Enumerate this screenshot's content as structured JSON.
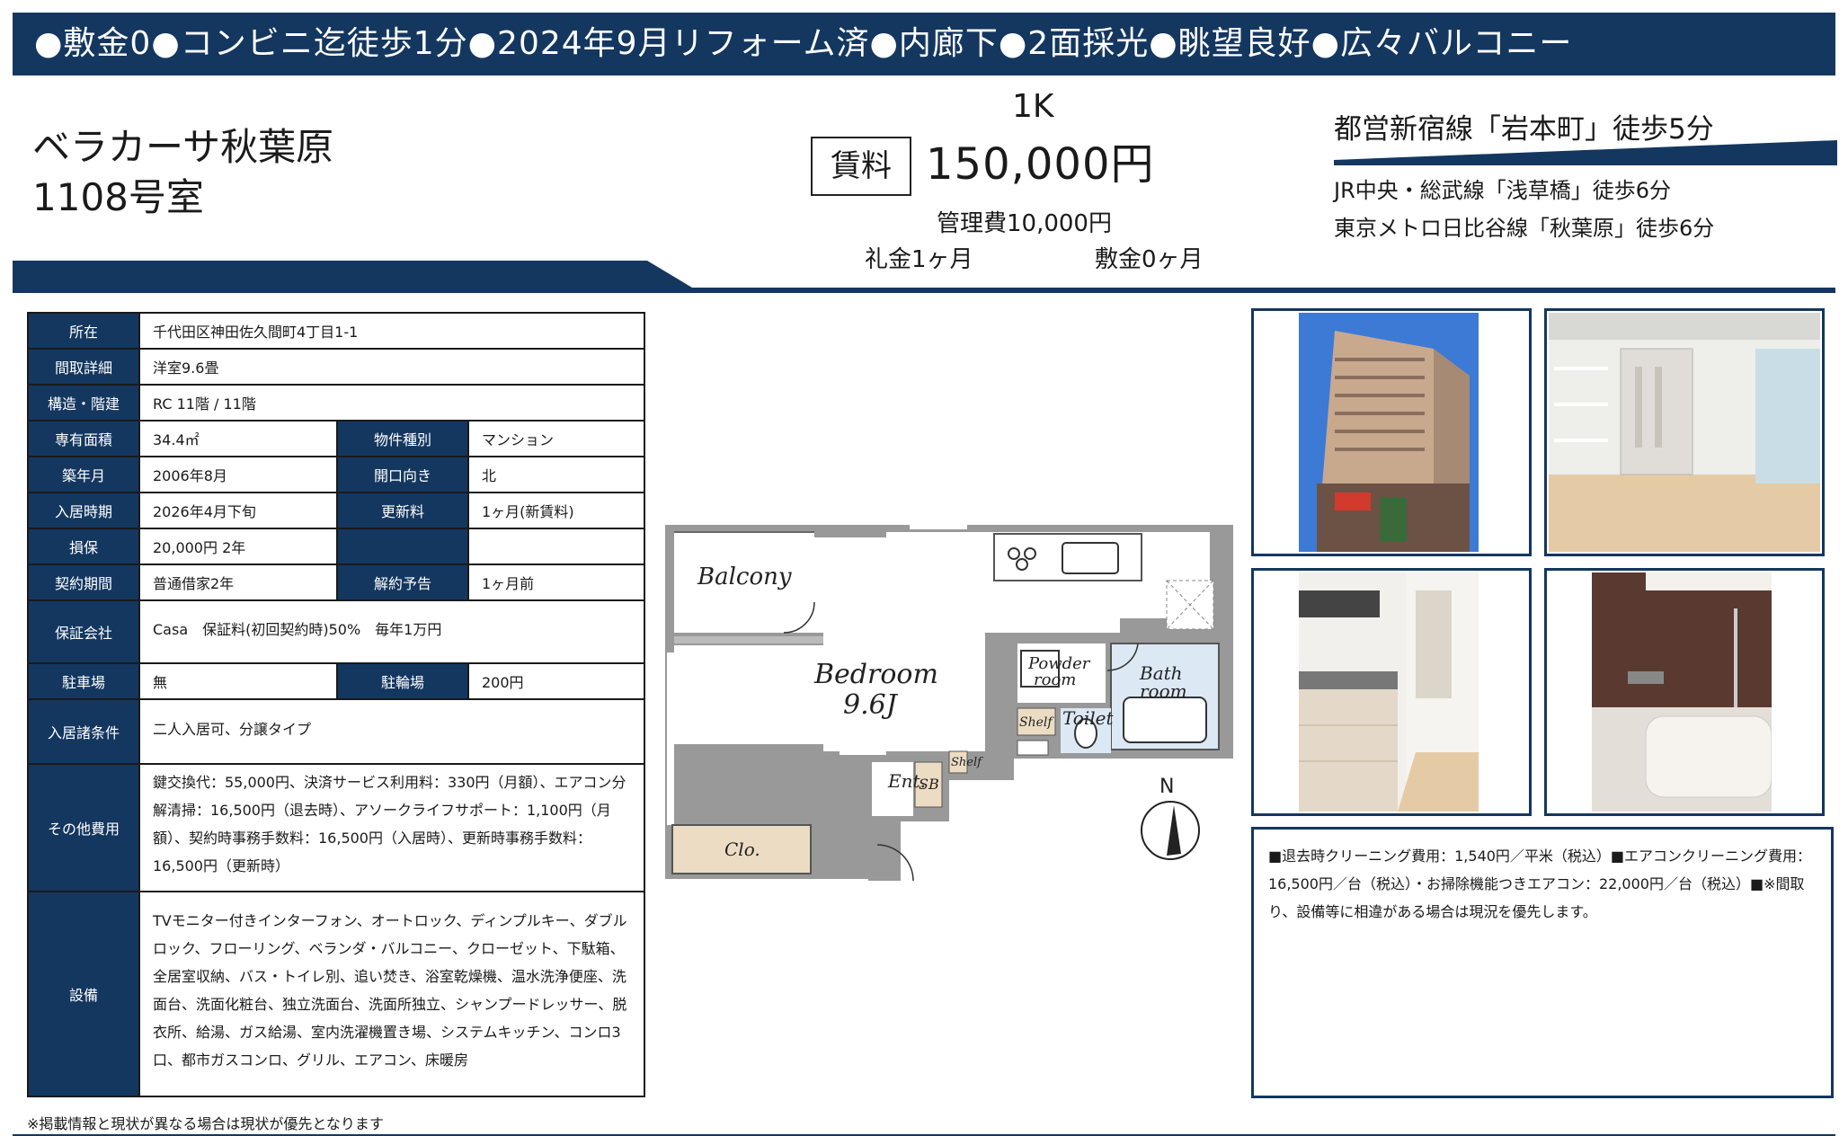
{
  "banner": "●敷金0●コンビニ迄徒歩1分●2024年9月リフォーム済●内廊下●2面採光●眺望良好●広々バルコニー",
  "property": {
    "name": "ベラカーサ秋葉原",
    "room": "1108号室"
  },
  "pricing": {
    "layout": "1K",
    "rent_label": "賃料",
    "rent": "150,000円",
    "management_fee": "管理費10,000円",
    "key_money": "礼金1ヶ月",
    "deposit": "敷金0ヶ月"
  },
  "access": {
    "main": "都営新宿線「岩本町」徒歩5分",
    "others": [
      "JR中央・総武線「浅草橋」徒歩6分",
      "東京メトロ日比谷線「秋葉原」徒歩6分"
    ]
  },
  "details": {
    "address": {
      "label": "所在",
      "value": "千代田区神田佐久間町4丁目1-1"
    },
    "floor_detail": {
      "label": "間取詳細",
      "value": "洋室9.6畳"
    },
    "structure": {
      "label": "構造・階建",
      "value": "RC 11階 / 11階"
    },
    "area": {
      "label": "専有面積",
      "value": "34.4㎡"
    },
    "type": {
      "label": "物件種別",
      "value": "マンション"
    },
    "built": {
      "label": "築年月",
      "value": "2006年8月"
    },
    "facing": {
      "label": "開口向き",
      "value": "北"
    },
    "move_in": {
      "label": "入居時期",
      "value": "2026年4月下旬"
    },
    "renewal": {
      "label": "更新料",
      "value": "1ヶ月(新賃料)"
    },
    "deposit_deduction": {
      "label": "損保",
      "value": "20,000円 2年"
    },
    "contract": {
      "label": "契約期間",
      "value": "普通借家2年"
    },
    "cancel": {
      "label": "解約予告",
      "value": "1ヶ月前"
    },
    "guarantor": {
      "label": "保証会社",
      "value": "Casa　保証料(初回契約時)50%　毎年1万円"
    },
    "parking": {
      "label": "駐車場",
      "value": "無"
    },
    "bike": {
      "label": "駐輪場",
      "value": "200円"
    },
    "conditions": {
      "label": "入居諸条件",
      "value": "二人入居可、分譲タイプ"
    },
    "other_fees": {
      "label": "その他費用",
      "value": "鍵交換代：55,000円、決済サービス利用料：330円（月額）、エアコン分解清掃：16,500円（退去時）、アソークライフサポート：1,100円（月額）、契約時事務手数料：16,500円（入居時）、更新時事務手数料：16,500円（更新時）"
    },
    "equipment": {
      "label": "設備",
      "value": "TVモニター付きインターフォン、オートロック、ディンプルキー、ダブルロック、フローリング、ベランダ・バルコニー、クローゼット、下駄箱、全居室収納、バス・トイレ別、追い焚き、浴室乾燥機、温水洗浄便座、洗面台、洗面化粧台、独立洗面台、洗面所独立、シャンプードレッサー、脱衣所、給湯、ガス給湯、室内洗濯機置き場、システムキッチン、コンロ3口、都市ガスコンロ、グリル、エアコン、床暖房"
    }
  },
  "floorplan": {
    "balcony": "Balcony",
    "bedroom": "Bedroom",
    "bedroom_size": "9.6J",
    "powder": "Powder",
    "powder2": "room",
    "bath": "Bath",
    "bath2": "room",
    "toilet": "Toilet",
    "shelf": "Shelf",
    "ent": "Ent.",
    "sb": "SB",
    "clo": "Clo.",
    "north": "N"
  },
  "photos": [
    "building-exterior",
    "room-interior",
    "kitchen",
    "bathroom"
  ],
  "notes": "■退去時クリーニング費用：1,540円／平米（税込）■エアコンクリーニング費用：16,500円／台（税込）・お掃除機能つきエアコン：22,000円／台（税込）■※間取り、設備等に相違がある場合は現況を優先します。",
  "footer": "※掲載情報と現状が異なる場合は現状が優先となります",
  "colors": {
    "navy": "#143760"
  }
}
